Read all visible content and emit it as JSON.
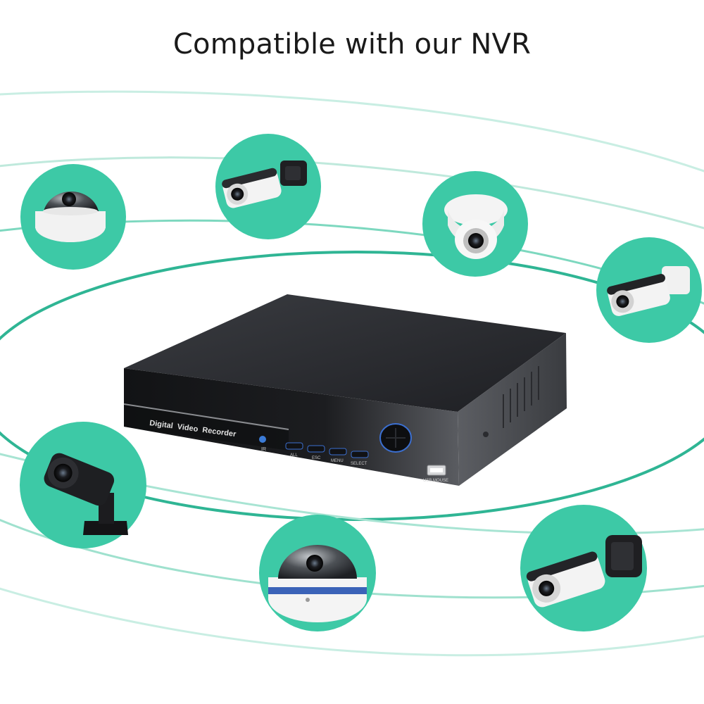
{
  "headline": "Compatible with our NVR",
  "colors": {
    "accent": "#3dc9a6",
    "orbit_light": "#c9eee3",
    "orbit_dark": "#2fb594",
    "recorder_body": "#2b2d31"
  },
  "recorder": {
    "brand_label": "Digital  Video  Recorder",
    "ir_label": "IR",
    "buttons": [
      "ALL",
      "ESC",
      "MENU",
      "SELECT"
    ],
    "port_label": "USB MOUSE"
  },
  "cameras": [
    {
      "name": "dome-camera",
      "kind": "dome"
    },
    {
      "name": "bullet-camera",
      "kind": "bullet"
    },
    {
      "name": "turret-dome-camera",
      "kind": "dome-white"
    },
    {
      "name": "bullet-camera-small",
      "kind": "bullet"
    },
    {
      "name": "bullet-camera-black",
      "kind": "bullet-black"
    },
    {
      "name": "vandal-dome-camera",
      "kind": "dome"
    },
    {
      "name": "bullet-camera-mount",
      "kind": "bullet"
    }
  ]
}
